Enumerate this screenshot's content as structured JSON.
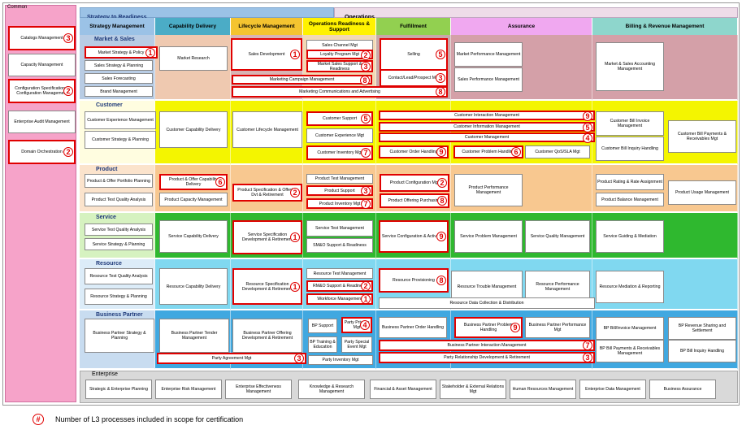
{
  "common": {
    "title": "Common",
    "items": [
      {
        "label": "Catalogs Management",
        "n": "3",
        "hl": true
      },
      {
        "label": "Capacity Management",
        "n": "",
        "hl": false
      },
      {
        "label": "Configuration Specification & Configuration Management",
        "n": "2",
        "hl": true
      },
      {
        "label": "Enterprise Audit Management",
        "n": "",
        "hl": false
      },
      {
        "label": "Domain Orchestration",
        "n": "2",
        "hl": true
      }
    ]
  },
  "groups": {
    "strategy": "Strategy to Readiness",
    "operations": "Operations",
    "enterprise": "Enterprise"
  },
  "columns": [
    "Strategy Management",
    "Capability Delivery",
    "Lifecycle Management",
    "Operations Readiness & Support",
    "Fulfillment",
    "Assurance",
    "Billing & Revenue Management"
  ],
  "rows": [
    "Market & Sales",
    "Customer",
    "Product",
    "Service",
    "Resource",
    "Business Partner"
  ],
  "boxes": [
    {
      "label": "Market Strategy & Policy",
      "n": "1",
      "hl": true
    },
    {
      "label": "Sales Strategy & Planning",
      "n": "",
      "hl": false
    },
    {
      "label": "Sales Forecasting",
      "n": "",
      "hl": false
    },
    {
      "label": "Brand Management",
      "n": "",
      "hl": false
    },
    {
      "label": "Market Research",
      "n": "",
      "hl": false
    },
    {
      "label": "Sales Development",
      "n": "1",
      "hl": true
    },
    {
      "label": "Sales Channel Mgt",
      "n": "",
      "hl": false
    },
    {
      "label": "Loyalty Program Mgt",
      "n": "2",
      "hl": true
    },
    {
      "label": "Market Sales Support & Readiness",
      "n": "3",
      "hl": true
    },
    {
      "label": "Selling",
      "n": "5",
      "hl": true
    },
    {
      "label": "Contact/Lead/Prospect Mgt",
      "n": "3",
      "hl": true
    },
    {
      "label": "Market Performance Management",
      "n": "",
      "hl": false
    },
    {
      "label": "Sales Performance Management",
      "n": "",
      "hl": false
    },
    {
      "label": "Market & Sales Accounting Management",
      "n": "",
      "hl": false
    },
    {
      "label": "Marketing Campaign Management",
      "n": "8",
      "hl": true
    },
    {
      "label": "Marketing Communications and Advertising",
      "n": "8",
      "hl": true
    },
    {
      "label": "Customer Experience Management",
      "n": "",
      "hl": false
    },
    {
      "label": "Customer Strategy & Planning",
      "n": "",
      "hl": false
    },
    {
      "label": "Customer Capability Delivery",
      "n": "",
      "hl": false
    },
    {
      "label": "Customer Lifecycle Management",
      "n": "",
      "hl": false
    },
    {
      "label": "Customer Support",
      "n": "5",
      "hl": true
    },
    {
      "label": "Customer Experience Mgt",
      "n": "",
      "hl": false
    },
    {
      "label": "Customer Inventory Mgt",
      "n": "7",
      "hl": true
    },
    {
      "label": "Customer Interaction Management",
      "n": "9",
      "hl": true
    },
    {
      "label": "Customer Information Management",
      "n": "5",
      "hl": true
    },
    {
      "label": "Customer Management",
      "n": "4",
      "hl": true
    },
    {
      "label": "Customer Order Handling",
      "n": "9",
      "hl": true
    },
    {
      "label": "Customer Problem Handling",
      "n": "6",
      "hl": true
    },
    {
      "label": "Customer QoS/SLA Mgt",
      "n": "",
      "hl": false
    },
    {
      "label": "Customer Bill Invoice Management",
      "n": "",
      "hl": false
    },
    {
      "label": "Customer Bill Inquiry Handling",
      "n": "",
      "hl": false
    },
    {
      "label": "Customer Bill Payments & Receivables Mgt",
      "n": "",
      "hl": false
    },
    {
      "label": "Product & Offer Portfolio Planning",
      "n": "",
      "hl": false
    },
    {
      "label": "Product Test Quality Analysis",
      "n": "",
      "hl": false
    },
    {
      "label": "Product & Offer Capability Delivery",
      "n": "6",
      "hl": true
    },
    {
      "label": "Product Capacity Management",
      "n": "",
      "hl": false
    },
    {
      "label": "Product Specification & Offering Dvt & Retirement",
      "n": "2",
      "hl": true
    },
    {
      "label": "Product Test Management",
      "n": "",
      "hl": false
    },
    {
      "label": "Product Support",
      "n": "3",
      "hl": true
    },
    {
      "label": "Product Inventory Mgt",
      "n": "7",
      "hl": true
    },
    {
      "label": "Product Configuration Mgt",
      "n": "2",
      "hl": true
    },
    {
      "label": "Product Offering Purchasing",
      "n": "8",
      "hl": true
    },
    {
      "label": "Product Performance Management",
      "n": "",
      "hl": false
    },
    {
      "label": "Product Rating & Rate Assignment",
      "n": "",
      "hl": false
    },
    {
      "label": "Product Balance Management",
      "n": "",
      "hl": false
    },
    {
      "label": "Product Usage Management",
      "n": "",
      "hl": false
    },
    {
      "label": "Service Test Quality Analysis",
      "n": "",
      "hl": false
    },
    {
      "label": "Service Strategy & Planning",
      "n": "",
      "hl": false
    },
    {
      "label": "Service Capability Delivery",
      "n": "",
      "hl": false
    },
    {
      "label": "Service Specification Development & Retirement",
      "n": "1",
      "hl": true
    },
    {
      "label": "Service Test Management",
      "n": "",
      "hl": false
    },
    {
      "label": "SM&O Support & Readiness",
      "n": "",
      "hl": false
    },
    {
      "label": "Service Configuration & Activation",
      "n": "9",
      "hl": true
    },
    {
      "label": "Service Problem Management",
      "n": "",
      "hl": false
    },
    {
      "label": "Service Quality Management",
      "n": "",
      "hl": false
    },
    {
      "label": "Service Guiding & Mediation",
      "n": "",
      "hl": false
    },
    {
      "label": "Resource Test Quality Analysis",
      "n": "",
      "hl": false
    },
    {
      "label": "Resource Strategy & Planning",
      "n": "",
      "hl": false
    },
    {
      "label": "Resource Capability Delivery",
      "n": "",
      "hl": false
    },
    {
      "label": "Resource Specification Development & Retirement",
      "n": "1",
      "hl": true
    },
    {
      "label": "Resource Test Management",
      "n": "",
      "hl": false
    },
    {
      "label": "RM&O Support & Readiness",
      "n": "2",
      "hl": true
    },
    {
      "label": "Workforce Management",
      "n": "1",
      "hl": true
    },
    {
      "label": "Resource Provisioning",
      "n": "8",
      "hl": true
    },
    {
      "label": "Resource Trouble Management",
      "n": "",
      "hl": false
    },
    {
      "label": "Resource Performance Management",
      "n": "",
      "hl": false
    },
    {
      "label": "Resource Mediation & Reporting",
      "n": "",
      "hl": false
    },
    {
      "label": "Resource Data Collection & Distribution",
      "n": "",
      "hl": false
    },
    {
      "label": "Business Partner Strategy & Planning",
      "n": "",
      "hl": false
    },
    {
      "label": "Business Partner Tender Management",
      "n": "",
      "hl": false
    },
    {
      "label": "Business Partner Offering Development & Retirement",
      "n": "",
      "hl": false
    },
    {
      "label": "BP Support",
      "n": "",
      "hl": false
    },
    {
      "label": "Party Privacy Mgt",
      "n": "4",
      "hl": true
    },
    {
      "label": "BP Training & Education",
      "n": "",
      "hl": false
    },
    {
      "label": "Party Special Event Mgt",
      "n": "",
      "hl": false
    },
    {
      "label": "Party Inventory Mgt",
      "n": "",
      "hl": false
    },
    {
      "label": "Business Partner Order Handling",
      "n": "",
      "hl": false
    },
    {
      "label": "Business Partner Problem Handling",
      "n": "9",
      "hl": true
    },
    {
      "label": "Business Partner Performance Mgt",
      "n": "",
      "hl": false
    },
    {
      "label": "BP Bill/Invoice Management",
      "n": "",
      "hl": false
    },
    {
      "label": "BP Revenue Sharing and Settlement",
      "n": "",
      "hl": false
    },
    {
      "label": "BP Bill Payments & Receivables Management",
      "n": "",
      "hl": false
    },
    {
      "label": "BP Bill Inquiry Handling",
      "n": "",
      "hl": false
    },
    {
      "label": "Party Agreement Mgt",
      "n": "3",
      "hl": true
    },
    {
      "label": "Business Partner Interaction Management",
      "n": "7",
      "hl": true
    },
    {
      "label": "Party Relationship Development & Retirement",
      "n": "3",
      "hl": true
    }
  ],
  "enterprise": [
    "Strategic & Enterprise Planning",
    "Enterprise Risk Management",
    "Enterprise Effectiveness Management",
    "Knowledge & Research Management",
    "Financial & Asset Management",
    "Stakeholder & External Relations Mgt",
    "Human Resources Management",
    "Enterprise Data Management",
    "Business Assurance"
  ],
  "legend": {
    "symbol": "#",
    "text": "Number of L3 processes included in scope for certification"
  },
  "colors": {
    "highlight": "#e00000",
    "common": "#f6a3c9"
  }
}
